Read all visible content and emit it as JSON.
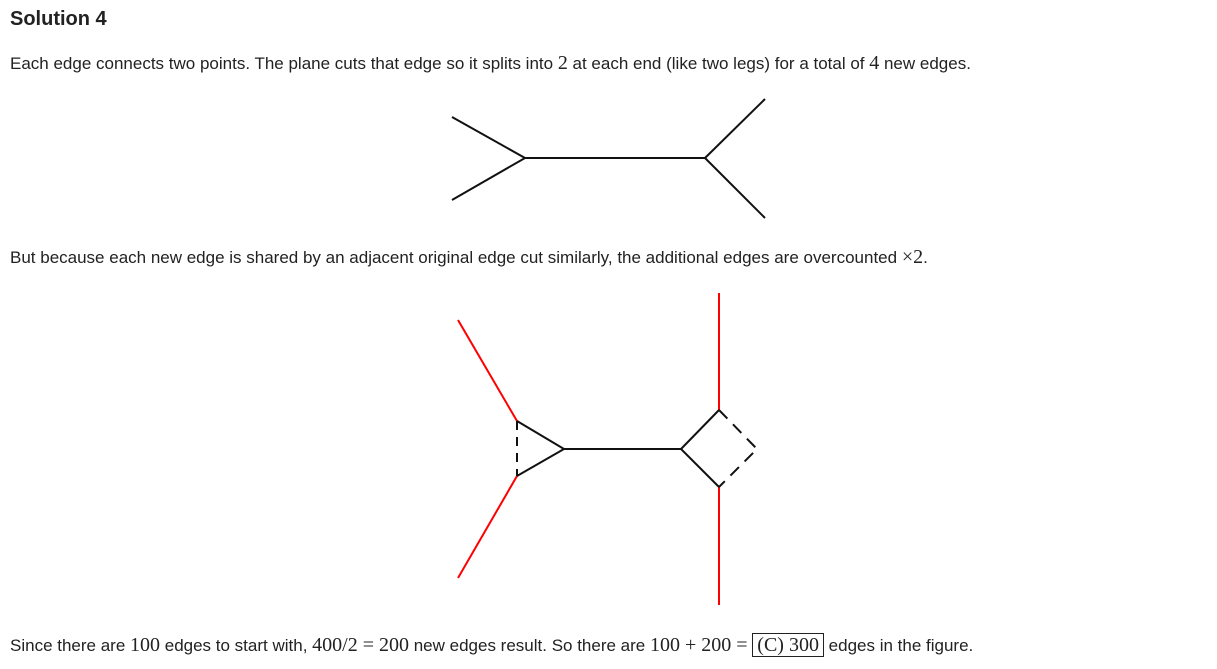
{
  "title": "Solution 4",
  "p1": {
    "a": "Each edge connects two points. The plane cuts that edge so it splits into ",
    "m1": "2",
    "b": " at each end (like two legs) for a total of ",
    "m2": "4",
    "c": " new edges."
  },
  "p2": {
    "a": "But because each new edge is shared by an adjacent original edge cut similarly, the additional edges are overcounted ",
    "m1": "×2",
    "b": "."
  },
  "p3": {
    "a": "Since there are ",
    "m1": "100",
    "b": " edges to start with, ",
    "m2": "400/2 = 200",
    "c": " new edges result. So there are ",
    "m3": "100 + 200 =",
    "answer": "(C) 300",
    "d": " edges in the figure."
  },
  "colors": {
    "cut_edge": "#ff0000",
    "line": "#111111"
  }
}
